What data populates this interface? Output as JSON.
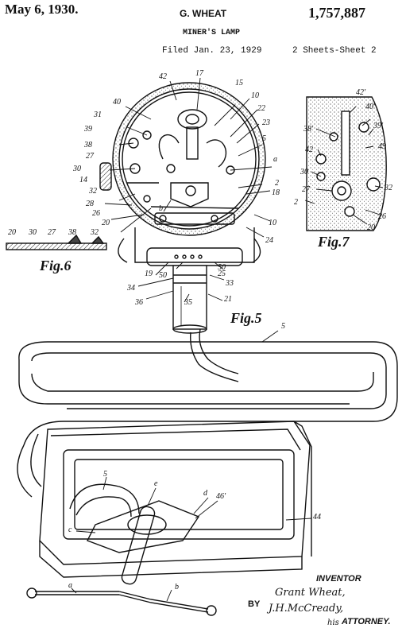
{
  "header": {
    "date": "May 6, 1930.",
    "inventor_name": "G. WHEAT",
    "patent_number": "1,757,887",
    "title": "MINER'S LAMP",
    "filed": "Filed Jan. 23, 1929",
    "sheets": "2 Sheets-Sheet 2"
  },
  "figures": {
    "fig5": "Fig.5",
    "fig6": "Fig.6",
    "fig7": "Fig.7"
  },
  "refs": {
    "r42": "42",
    "r17": "17",
    "r15": "15",
    "r10": "10",
    "r40": "40",
    "r31": "31",
    "r22": "22",
    "r23": "23",
    "r39": "39",
    "r38": "38",
    "r5": "5",
    "r27": "27",
    "r30": "30",
    "r14": "14",
    "ra": "a",
    "r2": "2",
    "r32": "32",
    "r18": "18",
    "r28": "28",
    "r26": "26",
    "r20": "20",
    "rb": "b",
    "r10b": "10",
    "r24": "24",
    "r50": "50",
    "r19": "19",
    "r50b": "50",
    "r25": "25",
    "r33": "33",
    "r34": "34",
    "r36": "36",
    "r35": "35",
    "r21": "21",
    "r5b": "5",
    "f6_20": "20",
    "f6_30": "30",
    "f6_27": "27",
    "f6_38": "38",
    "f6_32": "32",
    "f7_42": "42'",
    "f7_40": "40'",
    "f7_39": "39'",
    "f7_38": "38'",
    "f7_49": "49",
    "f7_42b": "42",
    "f7_30": "30",
    "f7_27": "27",
    "f7_32": "32",
    "f7_2": "2",
    "f7_26": "26",
    "f7_20": "20",
    "bat_5": "5",
    "bat_e": "e",
    "bat_d": "d",
    "bat_46": "46'",
    "bat_44": "44",
    "bat_c": "c",
    "bat_a": "a",
    "bat_b": "b"
  },
  "signature": {
    "inventor_label": "INVENTOR",
    "inventor_signature": "Grant Wheat,",
    "by_label": "BY",
    "attorney_signature": "J.H.McCready,",
    "attorney_prefix": "his",
    "attorney_label": "ATTORNEY."
  }
}
